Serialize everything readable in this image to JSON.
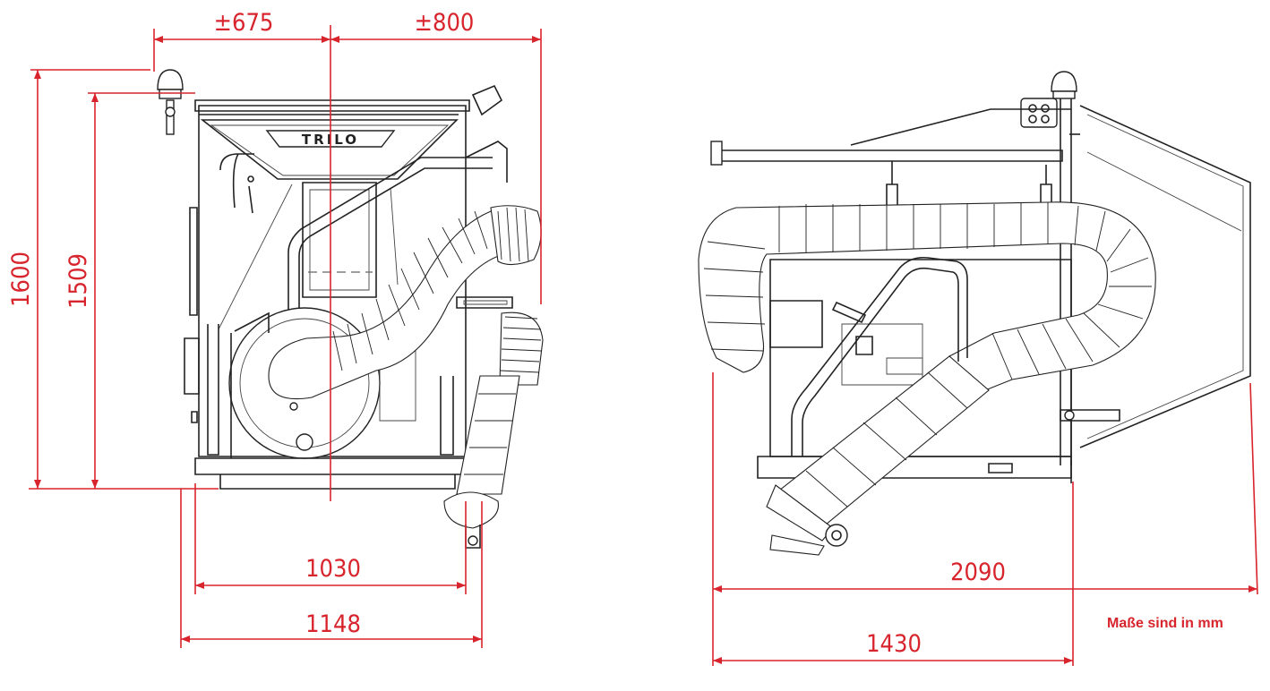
{
  "colors": {
    "dimension": "#d8242c",
    "drawing": "#222222"
  },
  "left_view": {
    "logo_text": "TRILO",
    "dimensions": {
      "top_left": "±675",
      "top_right": "±800",
      "height_outer": "1600",
      "height_inner": "1509",
      "width_inner": "1030",
      "width_outer": "1148"
    }
  },
  "right_view": {
    "dimensions": {
      "length_total": "2090",
      "length_partial": "1430"
    }
  },
  "note": "Maße sind in mm"
}
